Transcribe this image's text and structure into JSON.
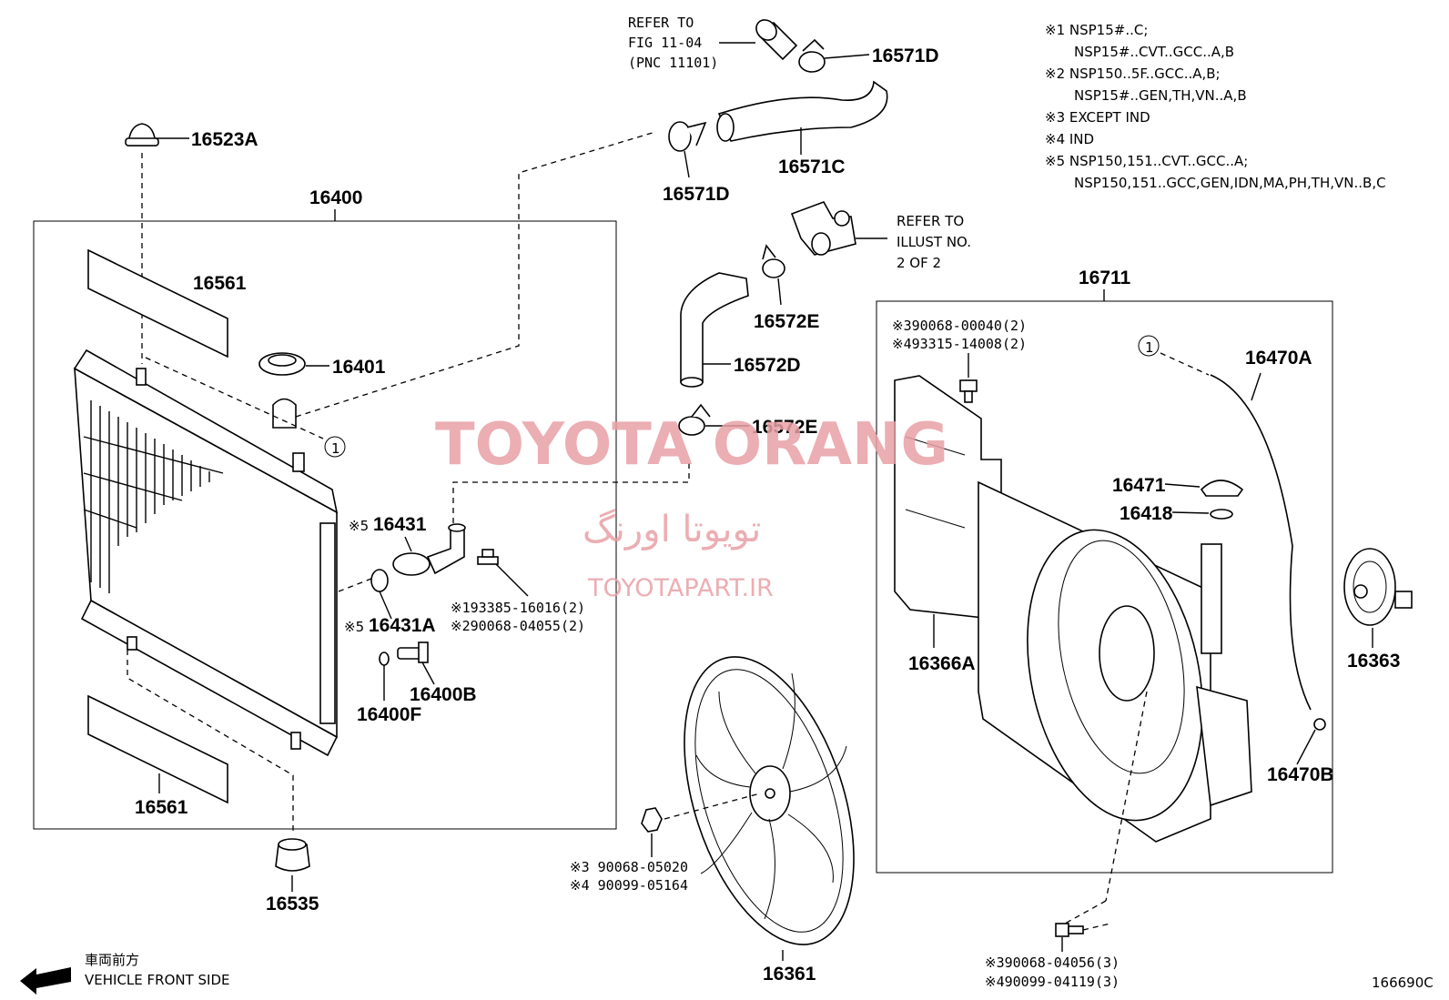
{
  "callouts": {
    "c16523A": "16523A",
    "c16400": "16400",
    "c16561_top": "16561",
    "c16401": "16401",
    "c16431": "16431",
    "c16431A": "16431A",
    "c16400B": "16400B",
    "c16400F": "16400F",
    "c16561_bot": "16561",
    "c16535": "16535",
    "c16571D_top": "16571D",
    "c16571C": "16571C",
    "c16571D_left": "16571D",
    "c16572E_top": "16572E",
    "c16572D": "16572D",
    "c16572E_mid": "16572E",
    "c16711": "16711",
    "c16470A": "16470A",
    "c16471": "16471",
    "c16418": "16418",
    "c16366A": "16366A",
    "c16363": "16363",
    "c16470B": "16470B",
    "c16361": "16361",
    "c1_a": "1",
    "c1_b": "1"
  },
  "bolts": {
    "b93385": "※193385-16016(2)",
    "b90068_04055": "※290068-04055(2)",
    "b90068_00040": "※390068-00040(2)",
    "b93315": "※493315-14008(2)",
    "b90068_05020": "※3 90068-05020",
    "b90099_05164": "※4 90099-05164",
    "b90068_04056": "※390068-04056(3)",
    "b90099_04119": "※490099-04119(3)",
    "prefix5_a": "※5",
    "prefix5_b": "※5"
  },
  "refs": {
    "fig_line1": "REFER TO",
    "fig_line2": "FIG 11-04",
    "fig_line3": "(PNC 11101)",
    "illust_line1": "REFER TO",
    "illust_line2": "ILLUST NO.",
    "illust_line3": "2 OF 2"
  },
  "notes": [
    "※1 NSP15#..C;",
    "NSP15#..CVT..GCC..A,B",
    "※2 NSP150..5F..GCC..A,B;",
    "NSP15#..GEN,TH,VN..A,B",
    "※3 EXCEPT IND",
    "※4 IND",
    "※5 NSP150,151..CVT..GCC..A;",
    "NSP150,151..GCC,GEN,IDN,MA,PH,TH,VN..B,C"
  ],
  "orientation": {
    "jp": "車両前方",
    "en": "VEHICLE FRONT SIDE"
  },
  "diagram_id": "166690C",
  "watermark": {
    "brand": "TOYOTA ORANG",
    "persian": "تویوتا اورنگ",
    "site": "TOYOTAPART.IR"
  }
}
